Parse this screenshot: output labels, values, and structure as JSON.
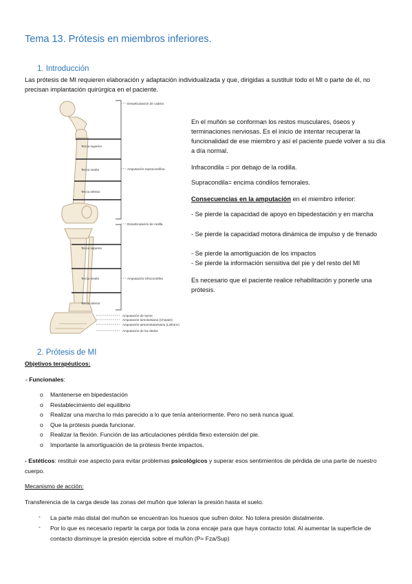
{
  "title": "Tema 13. Prótesis en miembros inferiores.",
  "section1": {
    "heading": "1.   Introducción",
    "intro": "Las prótesis de MI requieren elaboración y adaptación individualizada y que, dirigidas a sustituir todo el MI o parte de él, no precisan implantación quirúrgica en el paciente."
  },
  "figure": {
    "labels_right": [
      "Desarticulación de cadera",
      "Amputación supracondílea",
      "Desarticulación de rodilla",
      "Amputación infracondílea",
      "Amputación de Syme",
      "Amputación tarsotarsiana (Chopart)",
      "Amputación tarsometatarsiana (Lisfranc)",
      "Amputación de los dedos"
    ],
    "labels_left": [
      "Tercio superior",
      "Tercio medio",
      "Tercio inferior",
      "Tercio superior",
      "Tercio medio",
      "Tercio inferior"
    ]
  },
  "right_text": {
    "p1": "En el muñón se conforman los restos musculares, óseos y terminaciones nerviosas. Es el inicio de intentar recuperar la funcionalidad de ese miembro y así el paciente puede volver a su día a día normal.",
    "p2": "Infracondila = por debajo de la rodilla.",
    "p3": "Supracondila= encima cóndilos femorales.",
    "p4_bold": "Consecuencias en la amputación",
    "p4_rest": " en el miembro inferior:",
    "bullets": [
      "- Se pierde la capacidad de apoyo en bipedestación y en marcha",
      "- Se pierde la capacidad motora dinámica de impulso y de frenado",
      "- Se pierde la amortiguación de los impactos",
      "-  Se pierde la información sensitiva del pie y del resto del MI"
    ],
    "p5": "Es necesario que el paciente realice rehabilitación y ponerle una prótesis."
  },
  "section2": {
    "heading": "2.   Prótesis de MI",
    "objetivos": "Objetivos terapéuticos:",
    "funcionales": "- Funcionales",
    "funcionales_colon": ":",
    "bullet_marker": "o",
    "items": [
      "Mantenerse en bipedestación",
      "Restablecimiento del equilibrio",
      "Realizar una marcha lo más parecido a lo que tenía anteriormente. Pero no será nunca igual.",
      "Que la prótesis pueda funcionar.",
      "Realizar la flexión. Función de las articulaciones pérdida flexo extensión del pie.",
      "Importante la amortiguación de la prótesis frente impactos."
    ],
    "esteticos_bold": "- Estéticos",
    "esteticos_mid": ": restituir ese aspecto para evitar problemas ",
    "esteticos_bold2": "psicológicos",
    "esteticos_rest": " y superar esos sentimientos de pérdida de una parte de nuestro cuerpo.",
    "mecanismo": "Mecanismo de acción:",
    "transferencia": "Transferencia de la carga desde las zonas del muñón que toleran la presión hasta el suelo.",
    "dash": "-",
    "dash_items": [
      "La parte más distal del muñón se encuentran los huesos que sufren dolor. No tolera presión distalmente.",
      "Por lo que es necesario repartir la carga por toda la zona encaje para que haya contacto total. Al aumentar la superficie de contacto disminuye la presión ejercida sobre el muñón (P= Fza/Sup)"
    ]
  },
  "colors": {
    "heading": "#2e74b5",
    "text": "#111111"
  }
}
